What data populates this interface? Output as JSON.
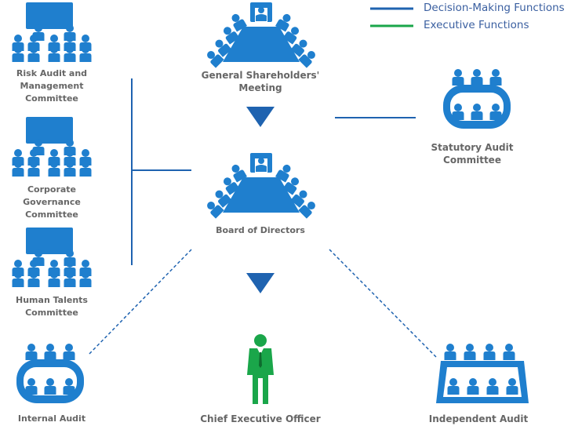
{
  "legend": {
    "decision": {
      "label": "Decision-Making Functions",
      "color": "#1f63b0"
    },
    "executive": {
      "label": "Executive Functions",
      "color": "#1aa64a"
    }
  },
  "colors": {
    "icon_blue": "#1f7fce",
    "icon_green": "#1aa64a",
    "label_gray": "#666666"
  },
  "nodes": {
    "risk_audit": {
      "label": "Risk Audit and\nManagement\nCommittee",
      "icon": "presentation-audience-icon"
    },
    "corporate_governance": {
      "label": "Corporate Governance\nCommittee",
      "icon": "presentation-audience-icon"
    },
    "human_talents": {
      "label": "Human Talents\nCommittee",
      "icon": "presentation-audience-icon"
    },
    "internal_audit": {
      "label": "Internal Audit",
      "icon": "round-table-icon"
    },
    "general_shareholders": {
      "label": "General Shareholders'\nMeeting",
      "icon": "boardroom-icon"
    },
    "board_of_directors": {
      "label": "Board of Directors",
      "icon": "boardroom-icon"
    },
    "ceo": {
      "label": "Chief Executive Officer",
      "icon": "businessman-icon"
    },
    "statutory_audit": {
      "label": "Statutory Audit\nCommittee",
      "icon": "round-table-icon"
    },
    "independent_audit": {
      "label": "Independent Audit",
      "icon": "tilted-table-icon"
    }
  }
}
